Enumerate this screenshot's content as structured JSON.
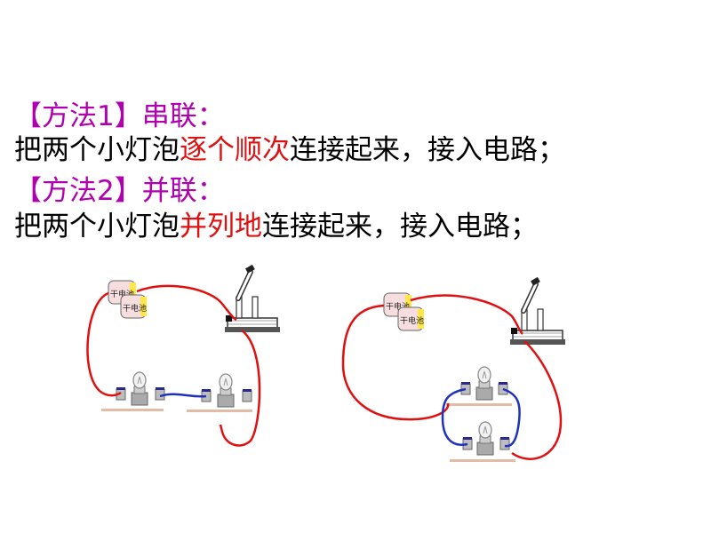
{
  "method1": {
    "heading": "【方法1】串联：",
    "text_before": "把两个小灯泡",
    "highlight": "逐个顺次",
    "text_after": "连接起来，接入电路；"
  },
  "method2": {
    "heading": "【方法2】并联：",
    "text_before": "把两个小灯泡",
    "highlight": "并列地",
    "text_after": "连接起来，接入电路；"
  },
  "battery_label": "干电池",
  "colors": {
    "heading": "#b000b0",
    "highlight": "#e01010",
    "wire_red": "#e01010",
    "wire_blue": "#2030c0"
  }
}
